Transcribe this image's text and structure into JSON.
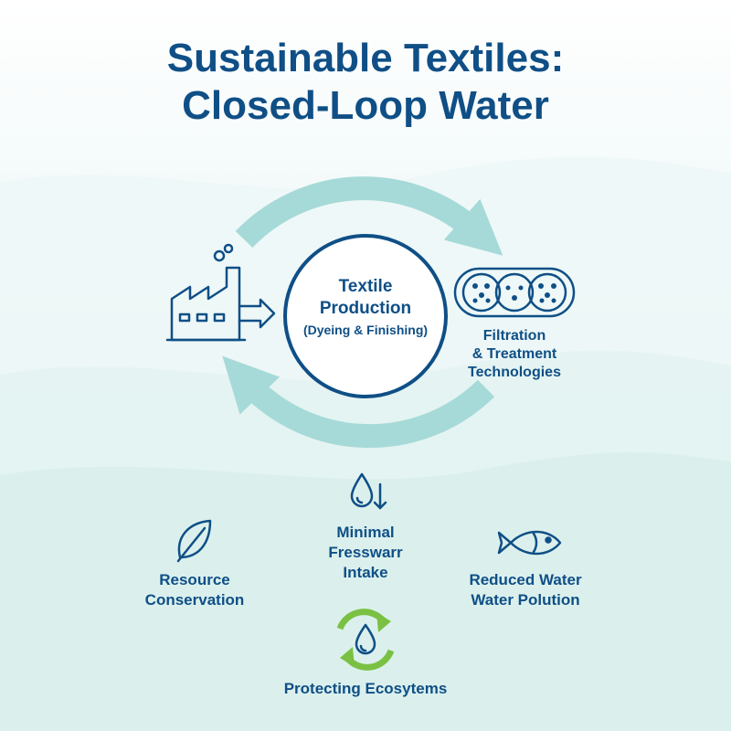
{
  "title": {
    "line1": "Sustainable Textiles:",
    "line2": "Closed-Loop Water"
  },
  "center": {
    "title_line1": "Textile",
    "title_line2": "Production",
    "subtitle": "(Dyeing & Finishing)"
  },
  "filtration": {
    "line1": "Filtration",
    "line2": "& Treatment",
    "line3": "Technologies"
  },
  "benefits": {
    "intake": {
      "line1": "Minimal",
      "line2": "Fresswarr",
      "line3": "Intake"
    },
    "resource": {
      "line1": "Resource",
      "line2": "Conservation"
    },
    "pollution": {
      "line1": "Reduced Water",
      "line2": "Water Polution"
    },
    "ecosystems": {
      "label": "Protecting Ecosytems"
    }
  },
  "colors": {
    "primary": "#0f4f86",
    "loop_arrow": "#a6dad8",
    "recycle_green": "#7ac143",
    "background": "#e7f4f3"
  },
  "icons": [
    "factory-icon",
    "filtration-icon",
    "water-drop-down-icon",
    "leaf-icon",
    "fish-icon",
    "recycle-icon",
    "water-drop-icon"
  ]
}
